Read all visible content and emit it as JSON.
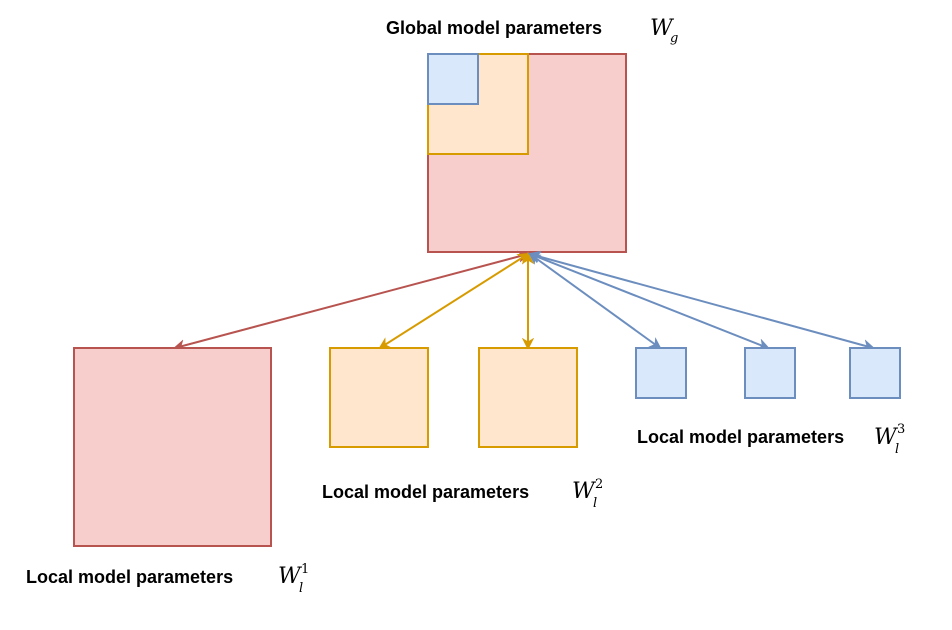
{
  "colors": {
    "red_fill": "#f8cecc",
    "red_stroke": "#b85450",
    "orange_fill": "#ffe6cc",
    "orange_stroke": "#d79b00",
    "blue_fill": "#dae8fc",
    "blue_stroke": "#6c8ebf"
  },
  "global": {
    "label": "Global model parameters",
    "symbol": "W",
    "subscript": "g"
  },
  "local_1": {
    "label": "Local model parameters",
    "symbol": "W",
    "subscript": "l",
    "superscript": "1"
  },
  "local_2": {
    "label": "Local model parameters",
    "symbol": "W",
    "subscript": "l",
    "superscript": "2"
  },
  "local_3": {
    "label": "Local model parameters",
    "symbol": "W",
    "subscript": "l",
    "superscript": "3"
  }
}
